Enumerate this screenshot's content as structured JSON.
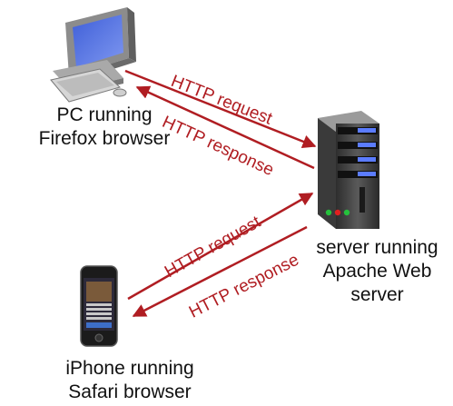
{
  "pc": {
    "line1": "PC running",
    "line2": "Firefox browser"
  },
  "server": {
    "line1": "server running",
    "line2": "Apache Web",
    "line3": "server"
  },
  "iphone": {
    "line1": "iPhone running",
    "line2": "Safari browser"
  },
  "top_request": "HTTP request",
  "top_response": "HTTP response",
  "bottom_request": "HTTP request",
  "bottom_response": "HTTP response",
  "colors": {
    "arrow": "#b01d22",
    "text": "#111111"
  },
  "icons": [
    "desktop-pc-icon",
    "server-tower-icon",
    "smartphone-icon"
  ]
}
